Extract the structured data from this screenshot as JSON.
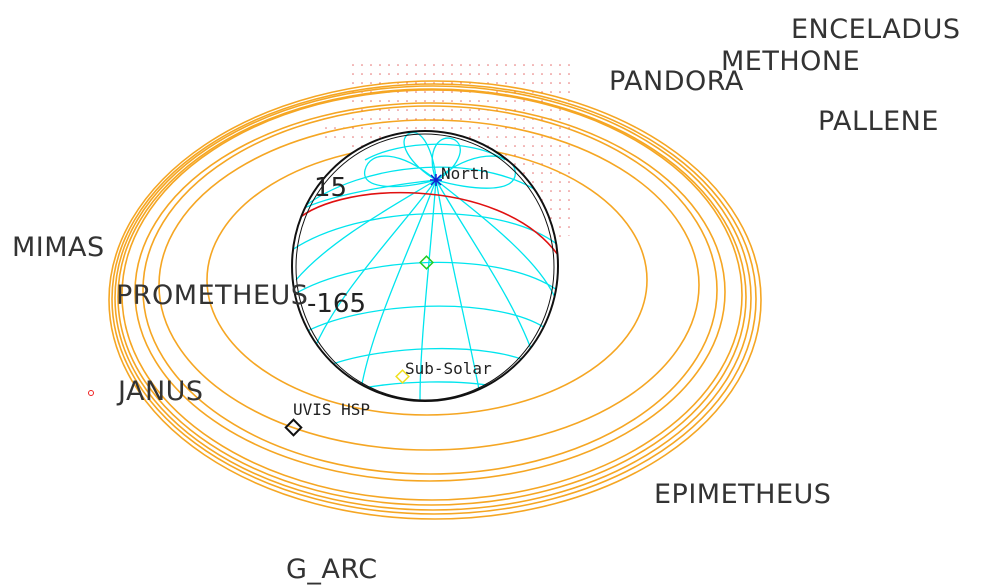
{
  "moons": {
    "enceladus": "ENCELADUS",
    "methone": "METHONE",
    "pandora": "PANDORA",
    "pallene": "PALLENE",
    "mimas": "MIMAS",
    "prometheus": "PROMETHEUS",
    "janus": "JANUS",
    "epimetheus": "EPIMETHEUS",
    "g_arc": "G_ARC"
  },
  "planet": {
    "north_label": "North",
    "subsolar_label": "Sub-Solar",
    "lon_label_1": "15",
    "lon_label_2": "-165"
  },
  "instrument": {
    "label": "UVIS HSP"
  },
  "colors": {
    "rings": "#f5a623",
    "grid": "#00e5ee",
    "terminator": "#e01010",
    "limb": "#111111",
    "north_marker": "#1020d0",
    "subsolar_marker": "#f0e020",
    "center_marker": "#22cc22",
    "shadow_dots": "#e05050",
    "janus_marker": "#ee2222"
  }
}
